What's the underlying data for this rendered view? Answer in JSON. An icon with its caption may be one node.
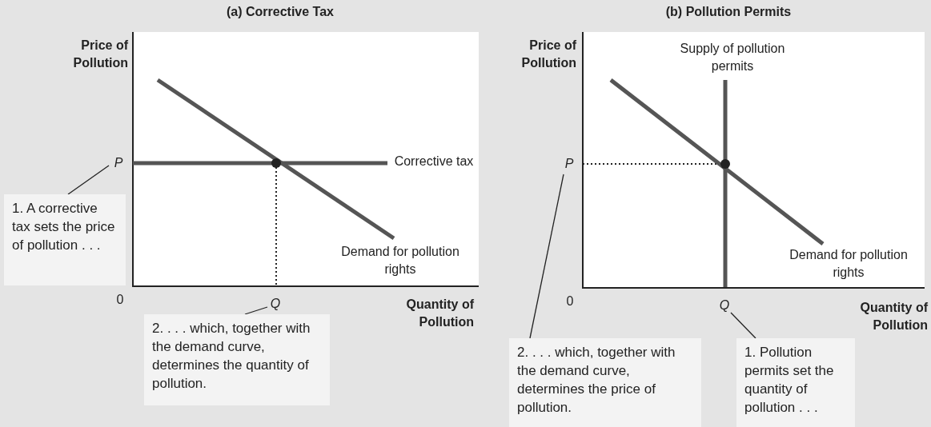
{
  "diagram": {
    "nodes": [
      {
        "text": [
          "P"
        ]
      },
      {
        "text": [
          "1. A corrective tax sets the price of pollution . . ."
        ]
      },
      {
        "text": [
          "Q"
        ]
      },
      {
        "text": [
          "2. . . . which, together with the demand curve, determines the quantity of pollution."
        ]
      },
      {
        "text": [
          "P"
        ]
      },
      {
        "text": [
          "2. . . . which, together with the demand curve, determines the price of pollution."
        ]
      },
      {
        "text": [
          "Q"
        ]
      },
      {
        "text": [
          "1. Pollution permits set the quantity of pollution . . ."
        ]
      }
    ],
    "edges": [
      {
        "from": 1,
        "to": 0,
        "arrow": "none"
      },
      {
        "from": 3,
        "to": 2,
        "arrow": "none"
      },
      {
        "from": 5,
        "to": 4,
        "arrow": "none"
      },
      {
        "from": 7,
        "to": 6,
        "arrow": "none"
      }
    ],
    "labels": [
      "(a) Corrective Tax",
      "(b) Pollution Permits",
      "Price of Pollution",
      "Price of Pollution",
      "Supply of pollution permits",
      "Corrective tax",
      "Demand for pollution rights",
      "Demand for pollution rights",
      "0",
      "0",
      "Quantity of Pollution",
      "Quantity of Pollution"
    ]
  }
}
